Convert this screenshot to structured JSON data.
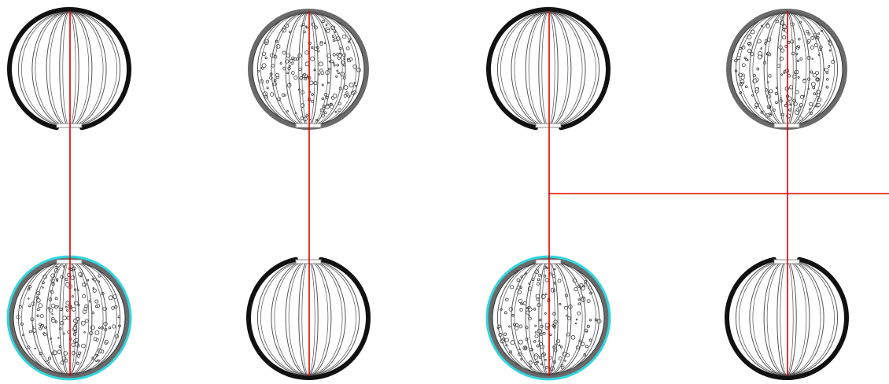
{
  "colors": {
    "background": "#ffffff",
    "connector": "#e00000",
    "frame": "#111111",
    "band": "#6a6a6a",
    "highlight": "#33d6e0",
    "meridian": "#555555",
    "particle": "#222222"
  },
  "spheres": [
    {
      "id": "sphere-top-1",
      "style": "hollow",
      "opening": "bottom",
      "highlighted": false
    },
    {
      "id": "sphere-top-2",
      "style": "filled",
      "opening": "bottom",
      "highlighted": false
    },
    {
      "id": "sphere-top-3",
      "style": "hollow",
      "opening": "bottom",
      "highlighted": false
    },
    {
      "id": "sphere-top-4",
      "style": "filled",
      "opening": "bottom",
      "highlighted": false
    },
    {
      "id": "sphere-bottom-1",
      "style": "filled",
      "opening": "top",
      "highlighted": true
    },
    {
      "id": "sphere-bottom-2",
      "style": "hollow",
      "opening": "top",
      "highlighted": false
    },
    {
      "id": "sphere-bottom-3",
      "style": "filled",
      "opening": "top",
      "highlighted": true
    },
    {
      "id": "sphere-bottom-4",
      "style": "hollow",
      "opening": "top",
      "highlighted": false
    }
  ],
  "connections": [
    {
      "from": "sphere-top-1",
      "to": "sphere-bottom-1"
    },
    {
      "from": "sphere-top-2",
      "to": "sphere-bottom-2"
    },
    {
      "from": "sphere-top-3",
      "to": "sphere-bottom-3"
    },
    {
      "from": "sphere-top-4",
      "to": "sphere-bottom-4"
    },
    {
      "from": "branch-3",
      "to": "branch-4",
      "continues": "right-edge"
    }
  ]
}
